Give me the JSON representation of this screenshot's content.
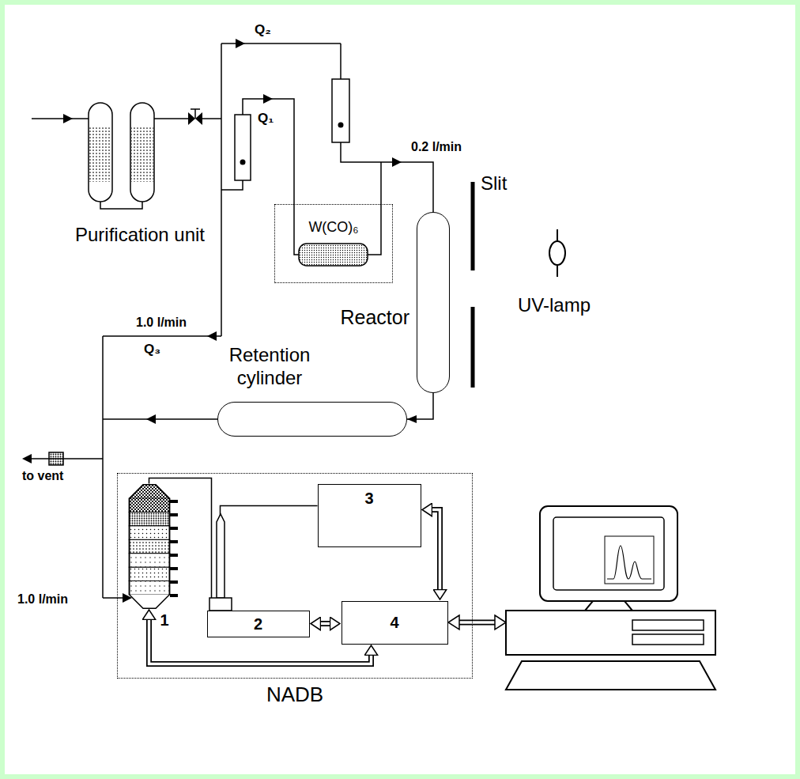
{
  "diagram": {
    "nodes": [
      {
        "text": [
          "W(CO)₆"
        ]
      },
      {
        "text": [
          "Reactor"
        ]
      },
      {
        "text": [
          "Retention cylinder"
        ]
      },
      {
        "text": [
          "NADB"
        ]
      },
      {
        "text": [
          "1"
        ],
        "in": 3
      },
      {
        "text": [
          "2"
        ],
        "in": 3
      },
      {
        "text": [
          "3"
        ],
        "in": 3
      },
      {
        "text": [
          "4"
        ],
        "in": 3
      }
    ],
    "edges": [
      {
        "from": 1,
        "to": 2,
        "arrow": "to"
      },
      {
        "from": 4,
        "to": 5,
        "arrow": "none"
      },
      {
        "from": 5,
        "to": 6,
        "arrow": "none"
      },
      {
        "from": 6,
        "to": 7,
        "arrow": "both"
      },
      {
        "from": 5,
        "to": 7,
        "arrow": "both"
      },
      {
        "from": 4,
        "to": 7,
        "arrow": "both"
      }
    ],
    "labels": [
      "Q₂",
      "Q₁",
      "0.2 l/min",
      "Purification unit",
      "Slit",
      "UV-lamp",
      "1.0 l/min",
      "Q₃",
      "to vent",
      "1.0 l/min"
    ]
  }
}
